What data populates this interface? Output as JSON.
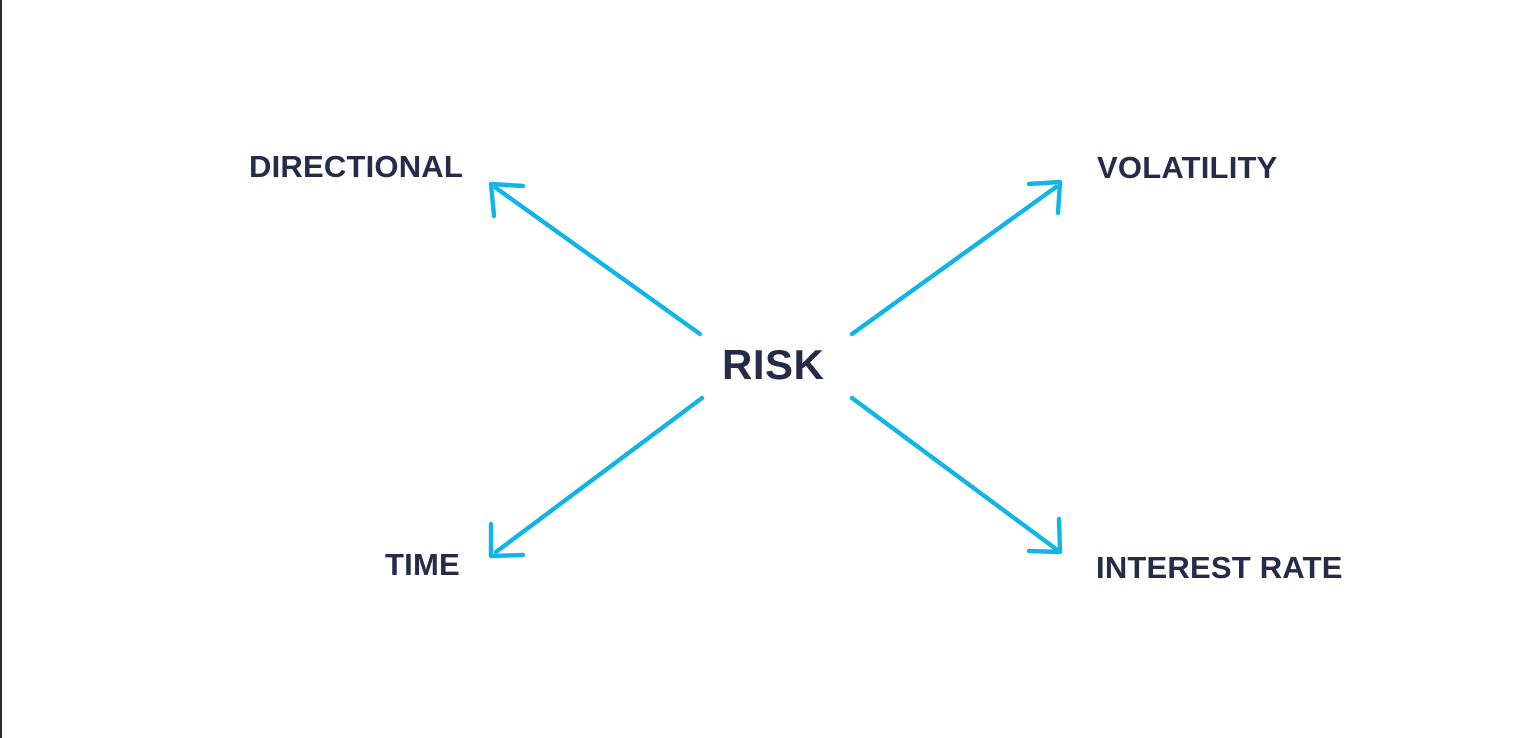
{
  "diagram": {
    "type": "radial-arrow-diagram",
    "background_color": "#ffffff",
    "arrow_color": "#0fb5e5",
    "text_color": "#262b4a",
    "center": {
      "label": "RISK"
    },
    "nodes": [
      {
        "id": "directional",
        "label": "DIRECTIONAL",
        "position": "top-left",
        "arrow_icon": "arrow-up-left-icon"
      },
      {
        "id": "volatility",
        "label": "VOLATILITY",
        "position": "top-right",
        "arrow_icon": "arrow-up-right-icon"
      },
      {
        "id": "time",
        "label": "TIME",
        "position": "bottom-left",
        "arrow_icon": "arrow-down-left-icon"
      },
      {
        "id": "interest-rate",
        "label": "INTEREST RATE",
        "position": "bottom-right",
        "arrow_icon": "arrow-down-right-icon"
      }
    ]
  }
}
